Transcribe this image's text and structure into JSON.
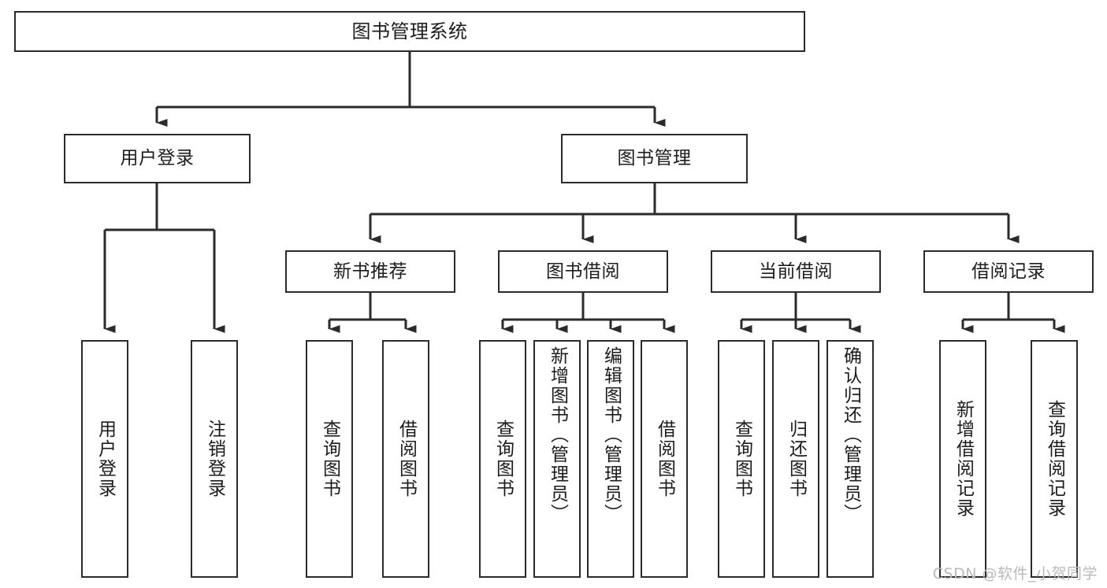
{
  "diagram": {
    "title": "图书管理系统",
    "type": "tree",
    "root": {
      "label": "图书管理系统"
    },
    "level2": [
      {
        "id": "user-login",
        "label": "用户登录"
      },
      {
        "id": "book-manage",
        "label": "图书管理"
      }
    ],
    "level3": [
      {
        "id": "new-book-recommend",
        "label": "新书推荐"
      },
      {
        "id": "book-borrow",
        "label": "图书借阅"
      },
      {
        "id": "current-borrow",
        "label": "当前借阅"
      },
      {
        "id": "borrow-record",
        "label": "借阅记录"
      }
    ],
    "leaves": [
      {
        "id": "leaf-user-login",
        "label": "用户登录",
        "parent": "user-login"
      },
      {
        "id": "leaf-user-logout",
        "label": "注销登录",
        "parent": "user-login"
      },
      {
        "id": "leaf-query-book-1",
        "label": "查询图书",
        "parent": "new-book-recommend"
      },
      {
        "id": "leaf-borrow-book-1",
        "label": "借阅图书",
        "parent": "new-book-recommend"
      },
      {
        "id": "leaf-query-book-2",
        "label": "查询图书",
        "parent": "book-borrow"
      },
      {
        "id": "leaf-add-book",
        "label": "新增图书（管理员）",
        "parent": "book-borrow"
      },
      {
        "id": "leaf-edit-book",
        "label": "编辑图书（管理员）",
        "parent": "book-borrow"
      },
      {
        "id": "leaf-borrow-book-2",
        "label": "借阅图书",
        "parent": "book-borrow"
      },
      {
        "id": "leaf-query-book-3",
        "label": "查询图书",
        "parent": "current-borrow"
      },
      {
        "id": "leaf-return-book",
        "label": "归还图书",
        "parent": "current-borrow"
      },
      {
        "id": "leaf-confirm-return",
        "label": "确认归还（管理员）",
        "parent": "current-borrow"
      },
      {
        "id": "leaf-add-record",
        "label": "新增借阅记录",
        "parent": "borrow-record"
      },
      {
        "id": "leaf-query-record",
        "label": "查询借阅记录",
        "parent": "borrow-record"
      }
    ],
    "colors": {
      "stroke": "#2b2b2b",
      "fill": "#ffffff",
      "text": "#1c1c1c",
      "watermark": "#b9b9b9"
    }
  },
  "watermark": {
    "text": "CSDN @软件_小贺同学"
  }
}
